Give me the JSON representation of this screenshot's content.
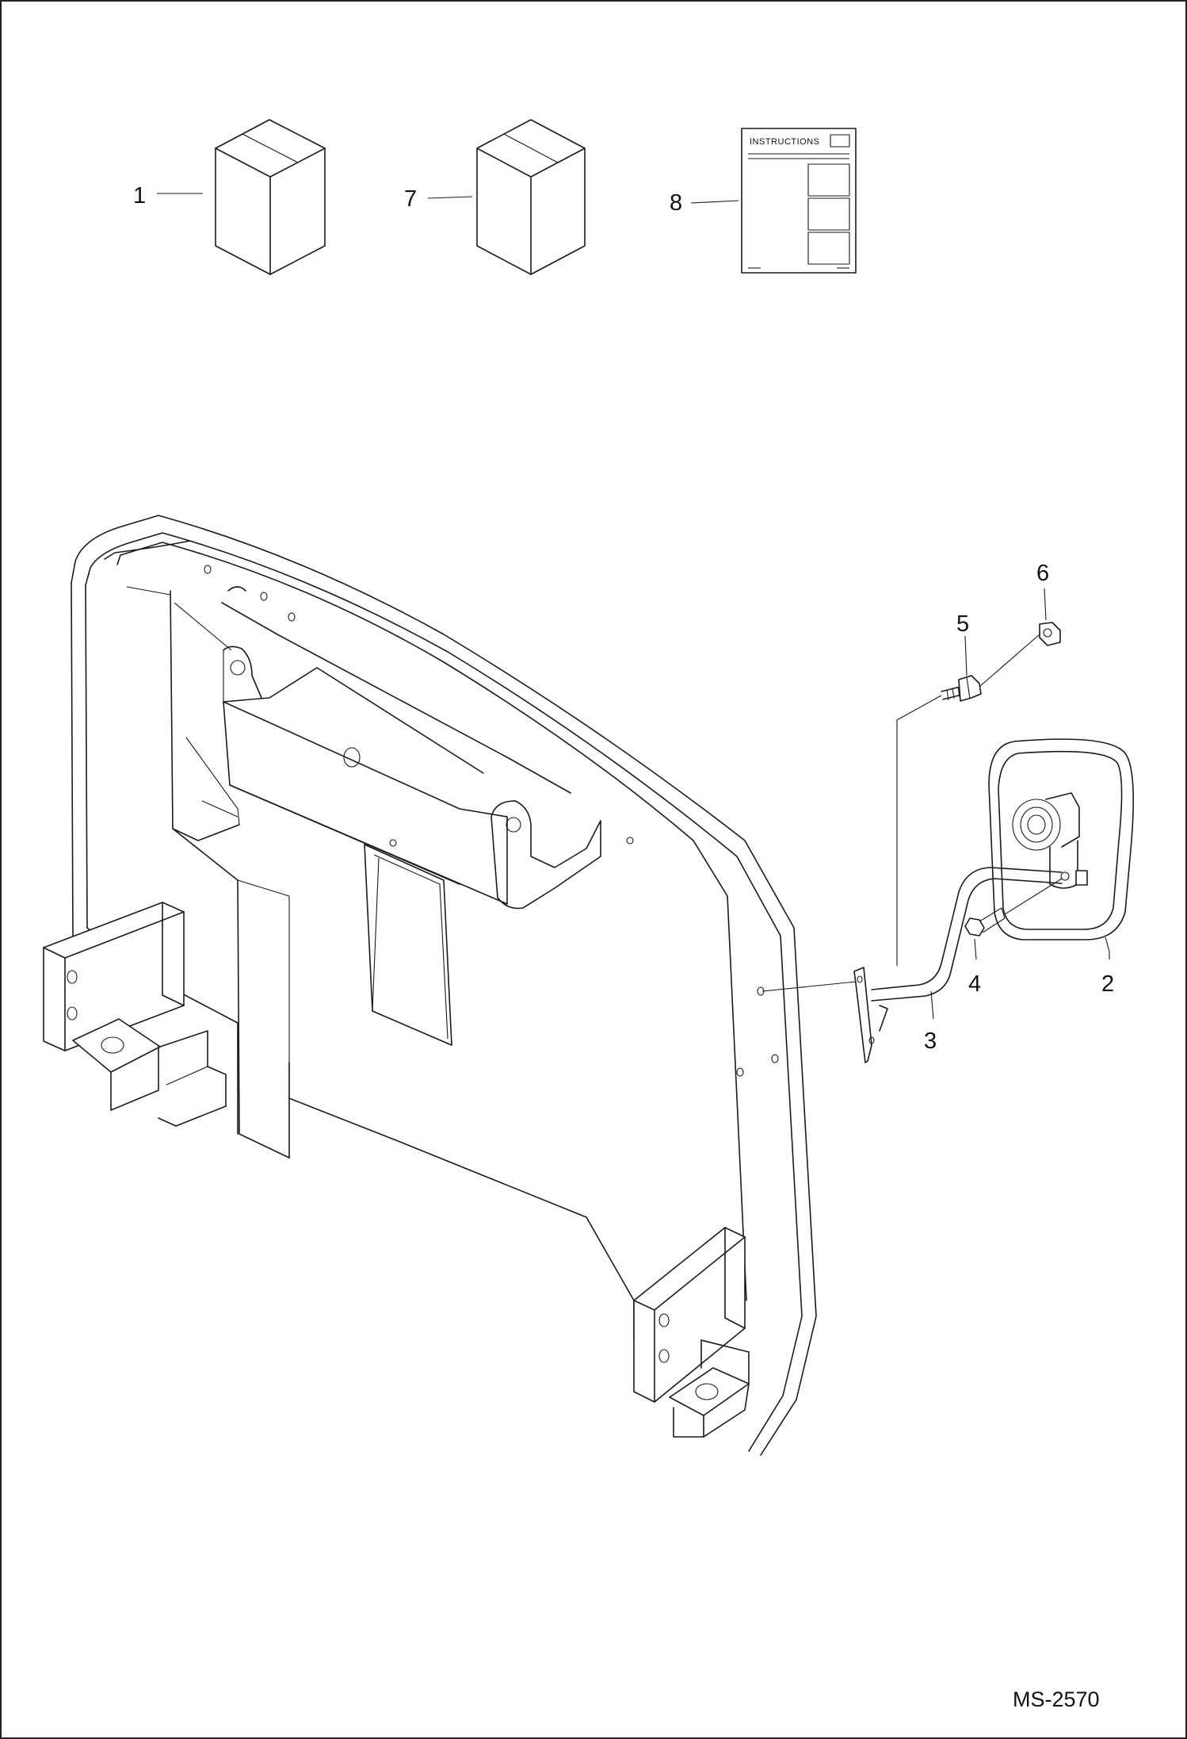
{
  "figure_code": "MS-2570",
  "instruction_sheet_title": "INSTRUCTIONS",
  "callouts": {
    "c1": "1",
    "c2": "2",
    "c3": "3",
    "c4": "4",
    "c5": "5",
    "c6": "6",
    "c7": "7",
    "c8": "8"
  }
}
